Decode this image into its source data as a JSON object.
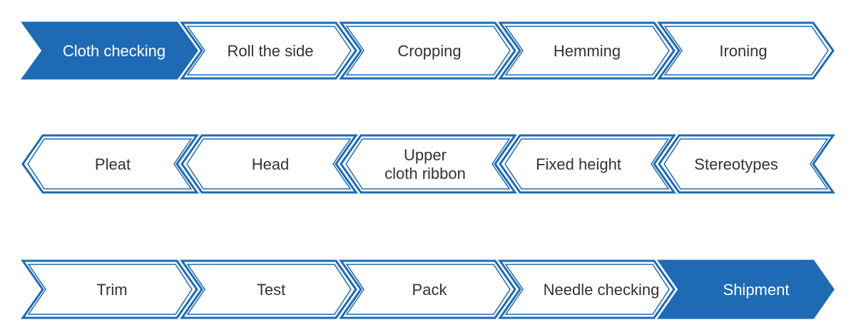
{
  "colors": {
    "stroke": "#1e6ab4",
    "filled": "#1e6ab4",
    "text_dark": "#333333",
    "text_light": "#ffffff",
    "background": "#ffffff"
  },
  "process": {
    "rows": [
      {
        "direction": "right",
        "steps": [
          {
            "lines": [
              "Cloth checking"
            ],
            "highlighted": true
          },
          {
            "lines": [
              "Roll the side"
            ],
            "highlighted": false
          },
          {
            "lines": [
              "Cropping"
            ],
            "highlighted": false
          },
          {
            "lines": [
              "Hemming"
            ],
            "highlighted": false
          },
          {
            "lines": [
              "Ironing"
            ],
            "highlighted": false
          }
        ]
      },
      {
        "direction": "left",
        "steps": [
          {
            "lines": [
              "Pleat"
            ],
            "highlighted": false
          },
          {
            "lines": [
              "Head"
            ],
            "highlighted": false
          },
          {
            "lines": [
              "Upper",
              "cloth ribbon"
            ],
            "highlighted": false
          },
          {
            "lines": [
              "Fixed height"
            ],
            "highlighted": false
          },
          {
            "lines": [
              "Stereotypes"
            ],
            "highlighted": false
          }
        ]
      },
      {
        "direction": "right",
        "steps": [
          {
            "lines": [
              "Trim"
            ],
            "highlighted": false
          },
          {
            "lines": [
              "Test"
            ],
            "highlighted": false
          },
          {
            "lines": [
              "Pack"
            ],
            "highlighted": false
          },
          {
            "lines": [
              "Needle checking"
            ],
            "highlighted": false
          },
          {
            "lines": [
              "Shipment"
            ],
            "highlighted": true
          }
        ]
      }
    ]
  }
}
